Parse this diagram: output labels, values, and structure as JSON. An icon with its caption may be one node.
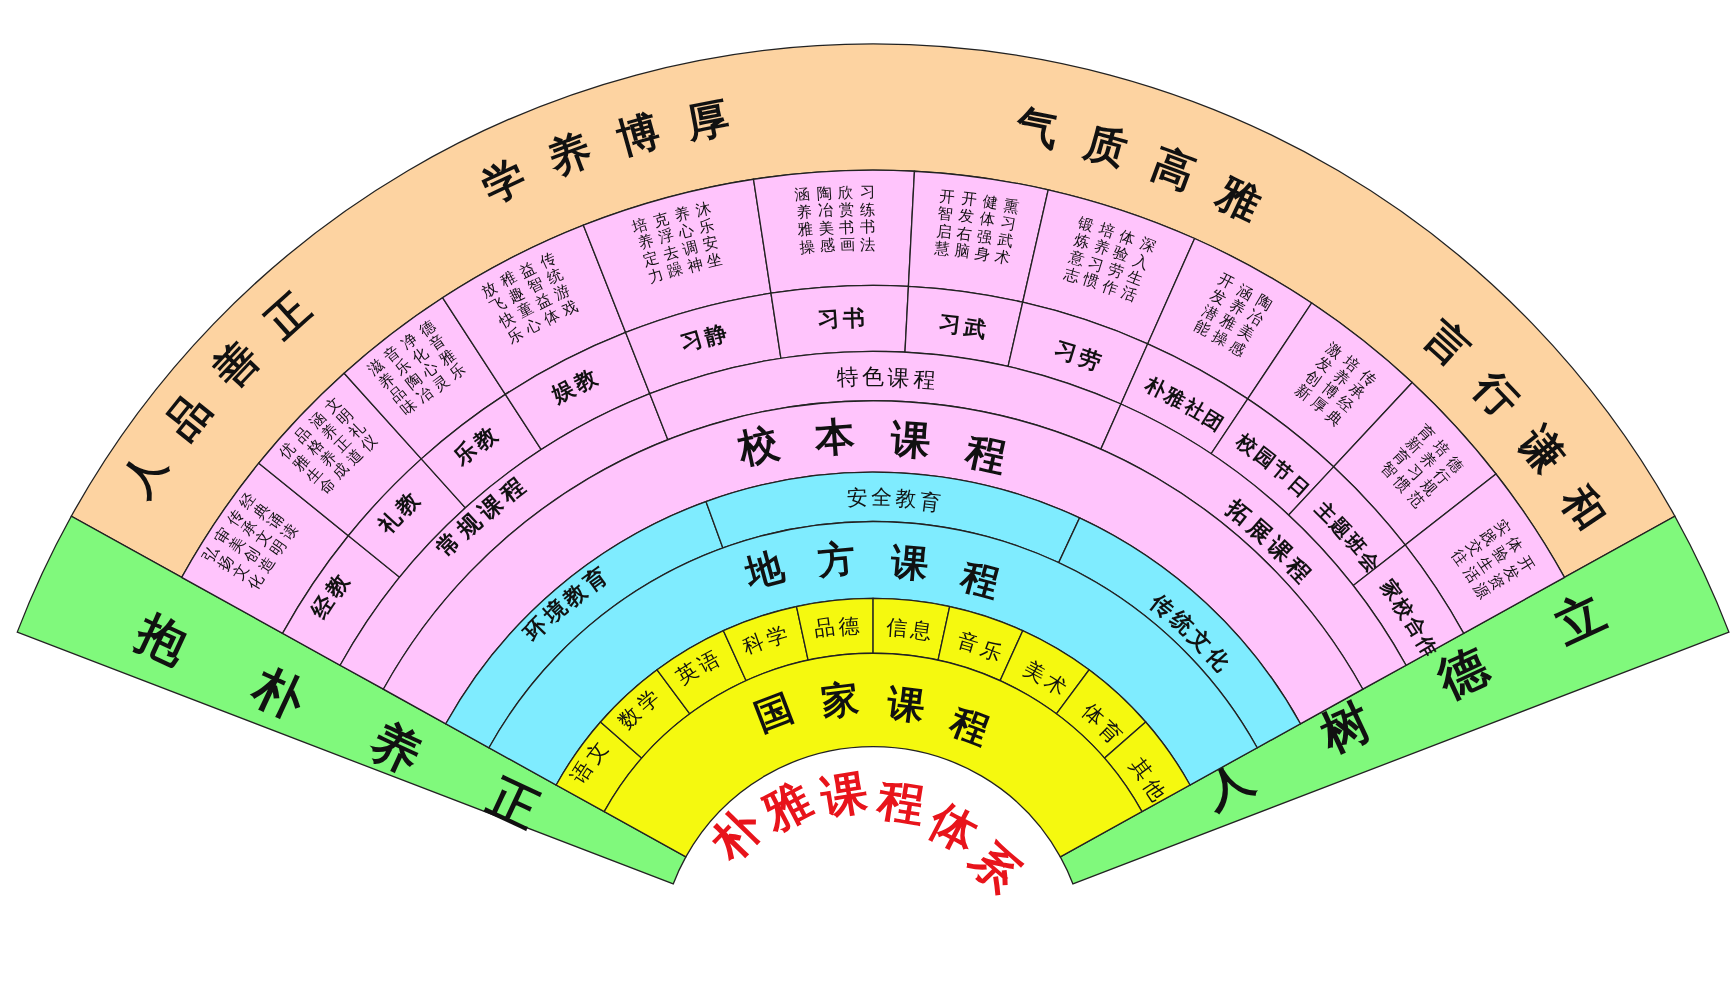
{
  "diagram": {
    "title": "朴雅课程体系",
    "nodes": [
      {
        "text": [
          "人品善正",
          "学养博厚",
          "气质高雅",
          "言行谦和"
        ]
      },
      {
        "text": [
          "抱朴养正"
        ]
      },
      {
        "text": [
          "立德树人"
        ]
      },
      {
        "text": [
          "经典诵读",
          "传承文明",
          "审美创造",
          "弘扬文化"
        ]
      },
      {
        "text": [
          "文明礼仪",
          "涵养正道",
          "品格养成",
          "优雅生命"
        ]
      },
      {
        "text": [
          "德音雅乐",
          "净化心灵",
          "音乐陶冶",
          "滋养品味"
        ]
      },
      {
        "text": [
          "传统游戏",
          "益智益体",
          "稚趣童心",
          "放飞快乐"
        ]
      },
      {
        "text": [
          "沐乐安坐",
          "养心调神",
          "克浮去躁",
          "培养定力"
        ]
      },
      {
        "text": [
          "习练书法",
          "欣赏书画",
          "陶冶美感",
          "涵养雅操"
        ]
      },
      {
        "text": [
          "熏习武术",
          "健体强身",
          "开发右脑",
          "开智启慧"
        ]
      },
      {
        "text": [
          "深入生活",
          "体验劳作",
          "培养习惯",
          "锻炼意志"
        ]
      },
      {
        "text": [
          "陶冶美感",
          "涵养雅操",
          "开发潜能"
        ]
      },
      {
        "text": [
          "传承经典",
          "培养博厚",
          "激发创新"
        ]
      },
      {
        "text": [
          "德行规范",
          "培养习惯",
          "育新育智"
        ]
      },
      {
        "text": [
          "开发资源",
          "体验生活",
          "实践交往"
        ]
      },
      {
        "text": [
          "经教"
        ]
      },
      {
        "text": [
          "礼教"
        ]
      },
      {
        "text": [
          "乐教"
        ]
      },
      {
        "text": [
          "娱教"
        ]
      },
      {
        "text": [
          "习静"
        ]
      },
      {
        "text": [
          "习书"
        ]
      },
      {
        "text": [
          "习武"
        ]
      },
      {
        "text": [
          "习劳"
        ]
      },
      {
        "text": [
          "朴雅社团"
        ]
      },
      {
        "text": [
          "校园节日"
        ]
      },
      {
        "text": [
          "主题班会"
        ]
      },
      {
        "text": [
          "家校合作"
        ]
      },
      {
        "text": [
          "常规课程"
        ]
      },
      {
        "text": [
          "特色课程"
        ]
      },
      {
        "text": [
          "拓展课程"
        ]
      },
      {
        "text": [
          "校本课程"
        ]
      },
      {
        "text": [
          "环境教育"
        ]
      },
      {
        "text": [
          "安全教育"
        ]
      },
      {
        "text": [
          "传统文化"
        ]
      },
      {
        "text": [
          "地方课程"
        ]
      },
      {
        "text": [
          "语文"
        ]
      },
      {
        "text": [
          "数学"
        ]
      },
      {
        "text": [
          "英语"
        ]
      },
      {
        "text": [
          "科学"
        ]
      },
      {
        "text": [
          "品德"
        ]
      },
      {
        "text": [
          "信息"
        ]
      },
      {
        "text": [
          "音乐"
        ]
      },
      {
        "text": [
          "美术"
        ]
      },
      {
        "text": [
          "体育"
        ]
      },
      {
        "text": [
          "其他"
        ]
      },
      {
        "text": [
          "国家课程"
        ]
      }
    ]
  }
}
